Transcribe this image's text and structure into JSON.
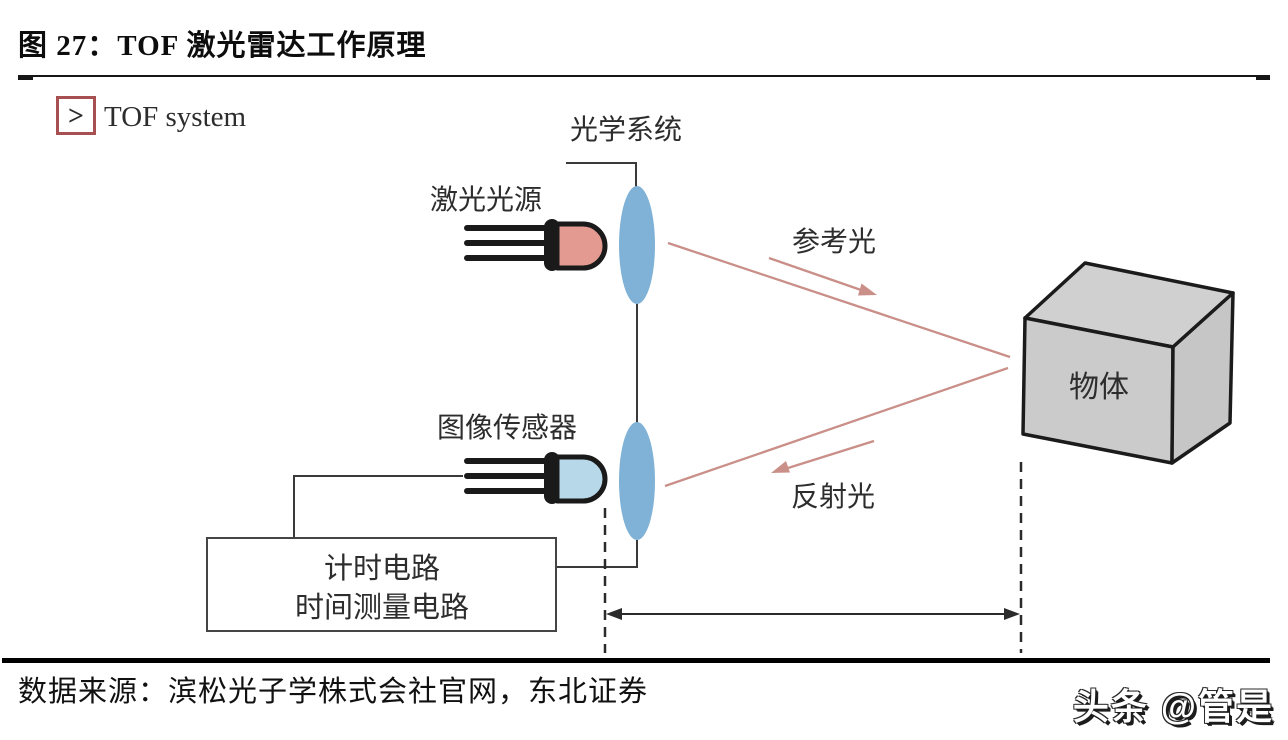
{
  "header": {
    "title": "图 27：TOF 激光雷达工作原理"
  },
  "diagram": {
    "system_badge": {
      "icon_glyph": ">",
      "label": "TOF system"
    },
    "labels": {
      "optical_system": "光学系统",
      "laser_source": "激光光源",
      "image_sensor": "图像传感器",
      "reference_light": "参考光",
      "reflected_light": "反射光",
      "object": "物体"
    },
    "timing_box": {
      "line1": "计时电路",
      "line2": "时间测量电路"
    },
    "colors": {
      "accent_red": "#a84f52",
      "beam_pink": "#c98f88",
      "laser_led_fill": "#e39a90",
      "sensor_led_fill": "#b7d8e8",
      "lens_fill": "#7fb2d6",
      "cube_top": "#d0d0d0",
      "cube_front": "#cbcbcb",
      "cube_side": "#c6c6c6",
      "wire_gray": "#3a3a3a",
      "outline_black": "#1a1a1a"
    }
  },
  "footer": {
    "source": "数据来源：滨松光子学株式会社官网，东北证券",
    "watermark": "头条 @管是"
  }
}
